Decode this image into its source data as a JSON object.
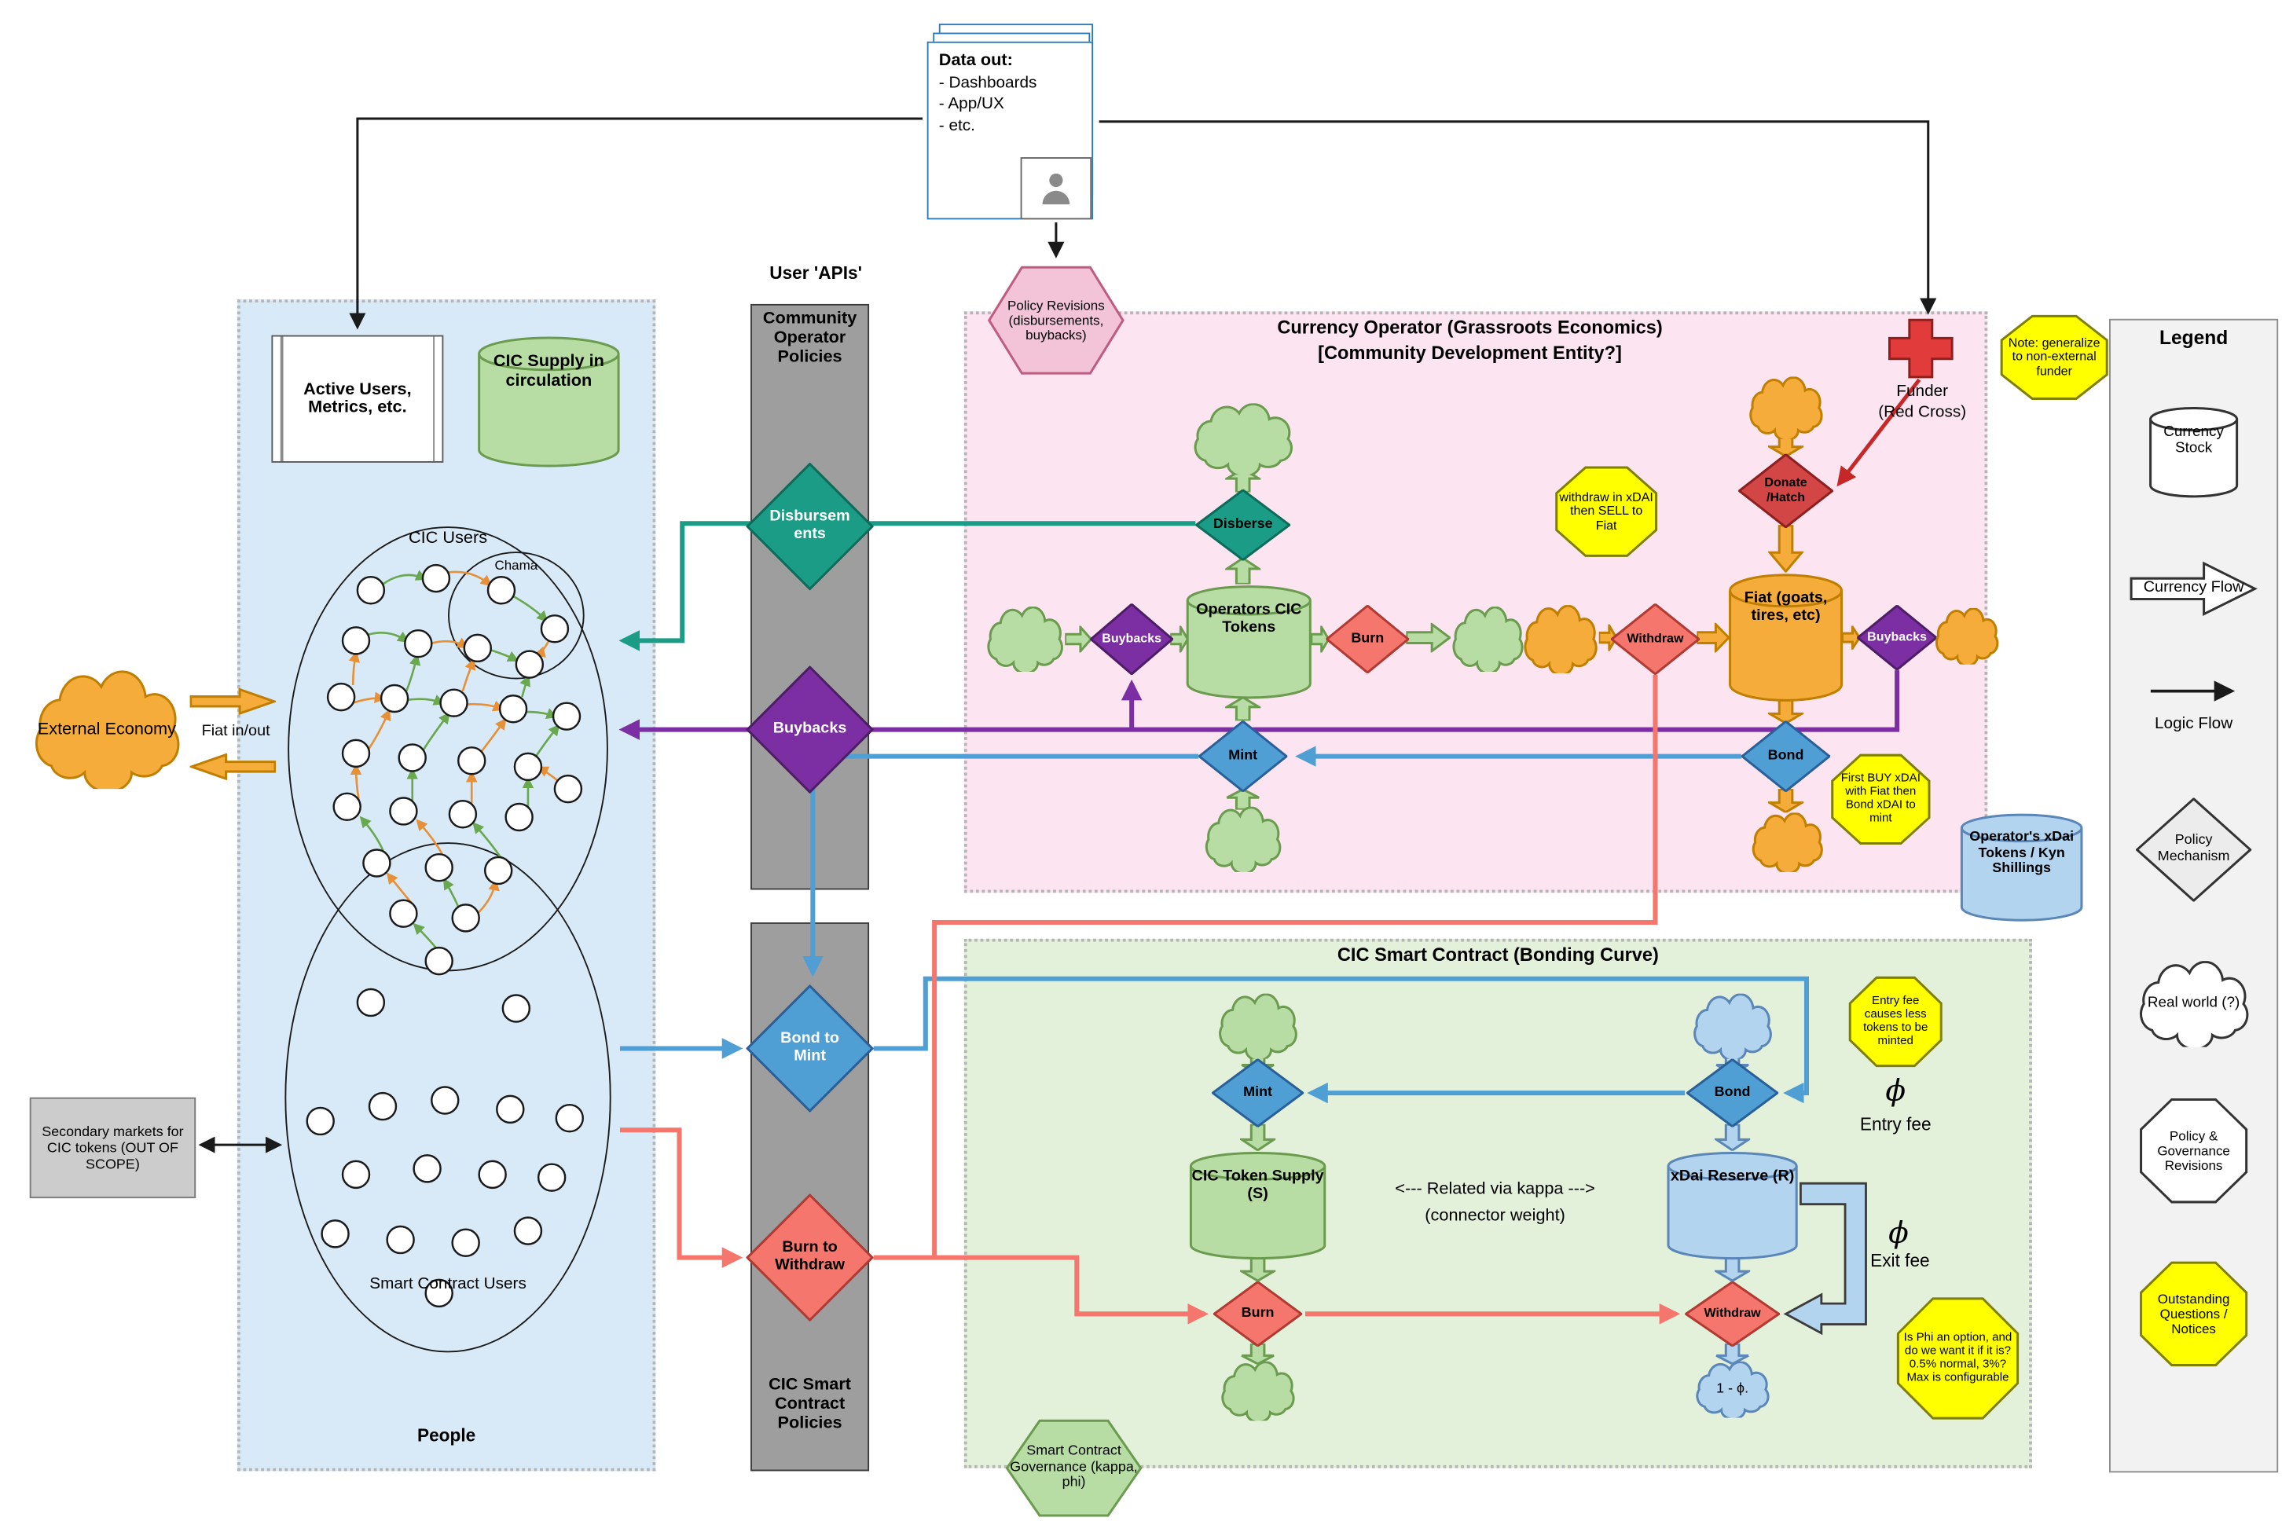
{
  "top": {
    "data_out_title": "Data out:",
    "data_out_items": [
      "- Dashboards",
      "- App/UX",
      "- etc."
    ],
    "policy_revisions": "Policy Revisions (disbursements, buybacks)",
    "user_apis": "User 'APIs'"
  },
  "people": {
    "panel_label": "People",
    "active_users": "Active Users, Metrics, etc.",
    "cic_supply": "CIC Supply in circulation",
    "cic_users": "CIC Users",
    "chama": "Chama",
    "smart_contract_users": "Smart Contract Users",
    "external_economy": "External Economy",
    "fiat_in_out": "Fiat in/out",
    "secondary_markets": "Secondary markets for CIC tokens (OUT OF SCOPE)"
  },
  "operator_policies": {
    "title": "Community Operator Policies",
    "disbursements": "Disbursements",
    "buybacks": "Buybacks"
  },
  "contract_policies": {
    "title": "CIC Smart Contract Policies",
    "bond_to_mint": "Bond to Mint",
    "burn_to_withdraw": "Burn to Withdraw"
  },
  "currency_operator": {
    "title": "Currency Operator (Grassroots Economics)",
    "subtitle": "[Community Development Entity?]",
    "disberse": "Disberse",
    "buybacks_left": "Buybacks",
    "operators_cic_tokens": "Operators CIC Tokens",
    "burn": "Burn",
    "mint": "Mint",
    "withdraw": "Withdraw",
    "fiat": "Fiat (goats, tires, etc)",
    "buybacks_right": "Buybacks",
    "donate_hatch": "Donate /Hatch",
    "bond": "Bond",
    "note_withdraw": "withdraw in xDAI then SELL to Fiat",
    "note_bond": "First BUY xDAI with Fiat then Bond xDAI to mint",
    "funder": "Funder",
    "funder_sub": "(Red Cross)",
    "note_funder": "Note: generalize to non-external funder",
    "operators_xdai": "Operator's xDai Tokens / Kyn Shillings"
  },
  "smart_contract": {
    "title": "CIC Smart Contract (Bonding Curve)",
    "mint": "Mint",
    "cic_token_supply": "CIC Token Supply (S)",
    "burn": "Burn",
    "bond": "Bond",
    "xdai_reserve": "xDai Reserve (R)",
    "withdraw": "Withdraw",
    "one_minus_phi": "1 - ϕ.",
    "kappa_note": "<--- Related via kappa --->",
    "kappa_sub": "(connector weight)",
    "phi": "ϕ",
    "entry_fee": "Entry fee",
    "exit_fee": "Exit fee",
    "note_entry": "Entry fee causes less tokens to be minted",
    "note_exit": "Is Phi an option, and do we want it if it is? 0.5% normal, 3%? Max is configurable",
    "governance": "Smart Contract Governance (kappa, phi)"
  },
  "legend": {
    "title": "Legend",
    "currency_stock": "Currency Stock",
    "currency_flow": "Currency Flow",
    "logic_flow": "Logic Flow",
    "policy_mechanism": "Policy Mechanism",
    "real_world": "Real world (?)",
    "policy_revisions": "Policy & Governance Revisions",
    "outstanding": "Outstanding Questions / Notices"
  }
}
